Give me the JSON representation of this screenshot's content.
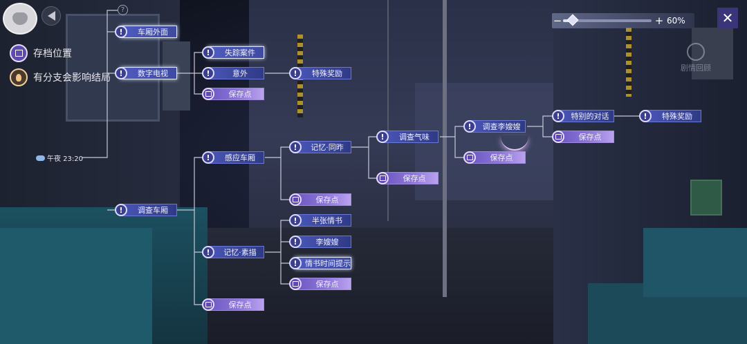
{
  "zoom": {
    "minus": "−",
    "plus": "+",
    "value": "60%",
    "level": 0.6
  },
  "close_glyph": "✕",
  "sidebar": {
    "save_position": "存档位置",
    "branch_affects_ending": "有分支会影响结局"
  },
  "story_review": "剧情回顾",
  "unknown_node": "?",
  "timeline_start": "午夜 23:20",
  "tree": {
    "train_exterior": "车厢外面",
    "digital_tv": "数字电视",
    "missing_case": "失踪案件",
    "accident": "意外",
    "special_reward_1": "特殊奖励",
    "save_point_1": "保存点",
    "sense_car": "感应车厢",
    "memory_past": "记忆·同昨",
    "investigate_smell": "调查气味",
    "investigate_li": "调查李嫂嫂",
    "special_dialog": "特别的对话",
    "special_reward_2": "特殊奖励",
    "save_point_2": "保存点",
    "save_point_3": "保存点",
    "save_point_4": "保存点",
    "save_point_5": "保存点",
    "investigate_car": "调查车厢",
    "half_letter": "半张情书",
    "li_sister": "李嫂嫂",
    "memory_sketch": "记忆·素描",
    "letter_hint": "情书时间提示",
    "save_point_6": "保存点",
    "save_point_7": "保存点"
  },
  "colors": {
    "node_blue": "#3f4aa0",
    "node_purple": "#8e76d8",
    "line": "#c8c8d8"
  }
}
